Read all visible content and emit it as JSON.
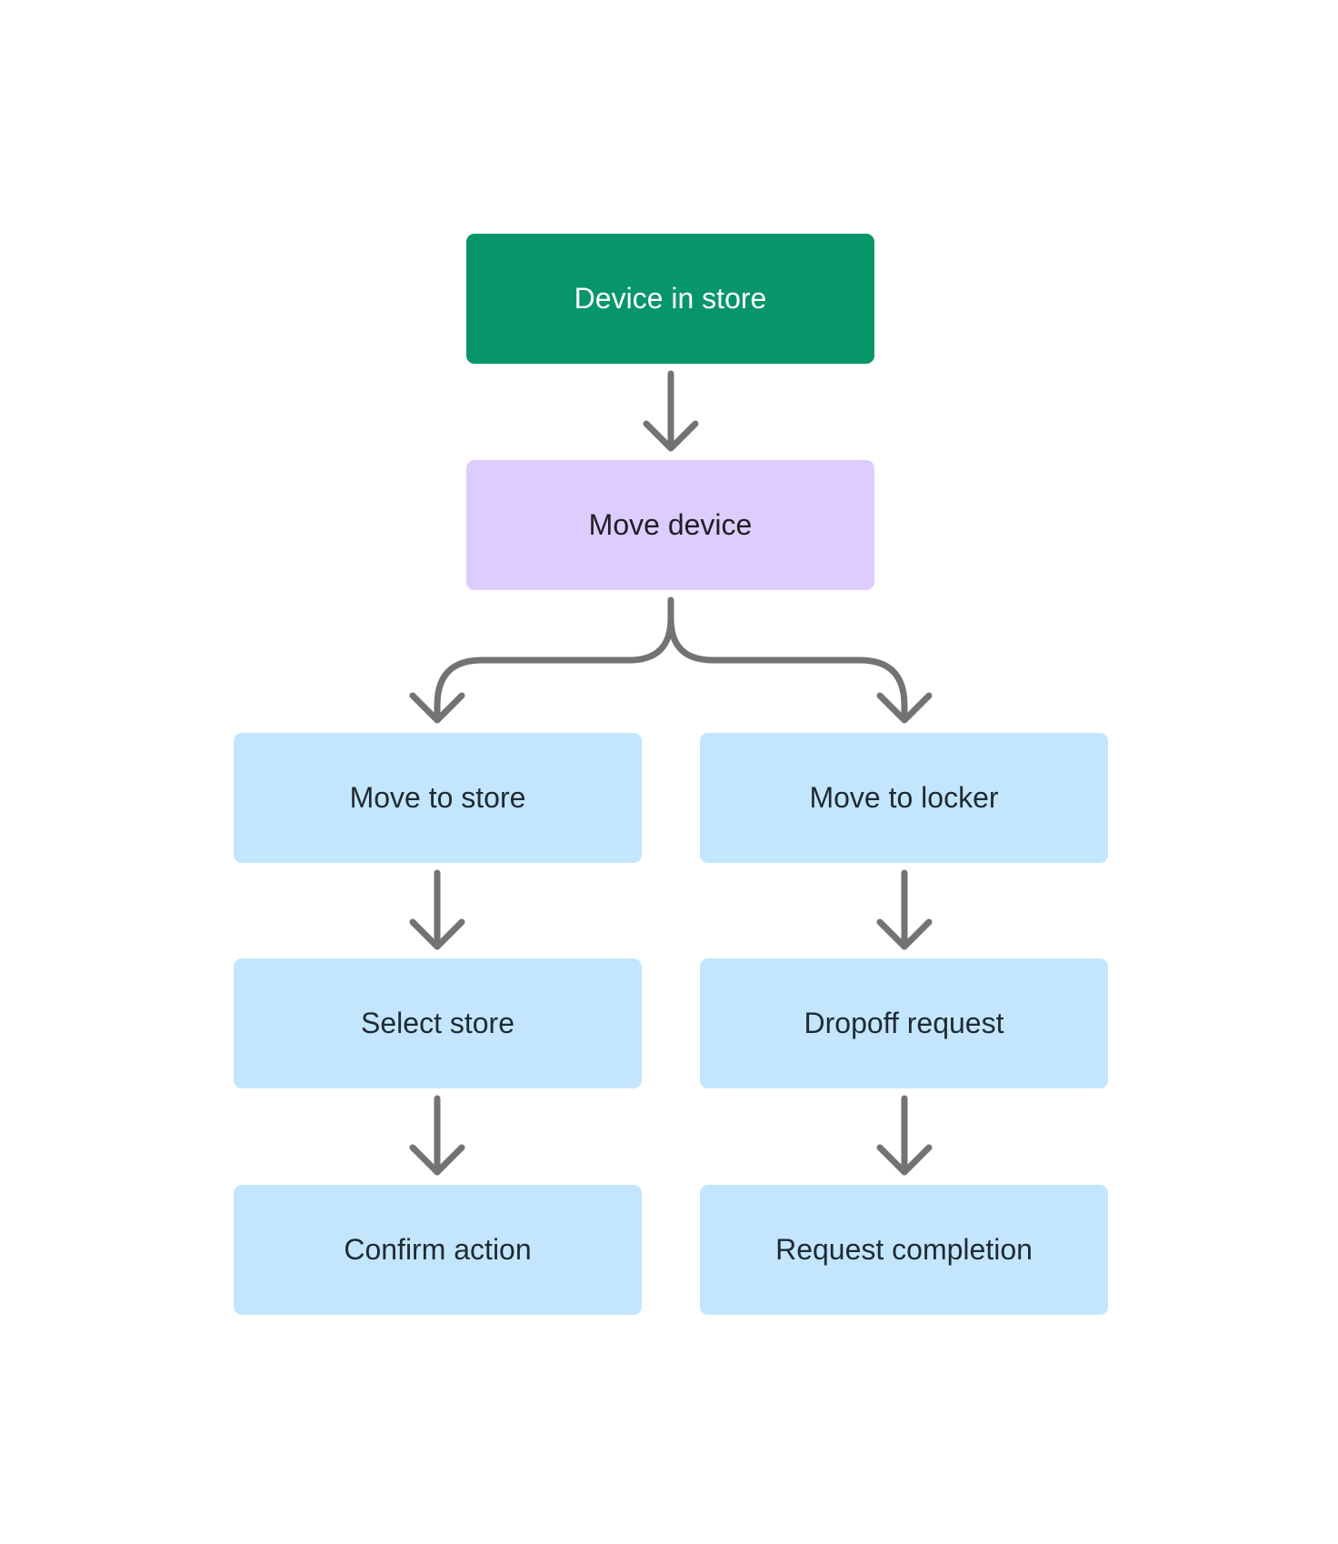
{
  "nodes": {
    "start": "Device in store",
    "move_device": "Move device",
    "move_to_store": "Move to store",
    "move_to_locker": "Move to locker",
    "select_store": "Select store",
    "dropoff_request": "Dropoff request",
    "confirm_action": "Confirm action",
    "request_completion": "Request completion"
  },
  "colors": {
    "start": "#07966a",
    "decision": "#ddcdfe",
    "step": "#c4e6fd",
    "connector": "#737373"
  }
}
